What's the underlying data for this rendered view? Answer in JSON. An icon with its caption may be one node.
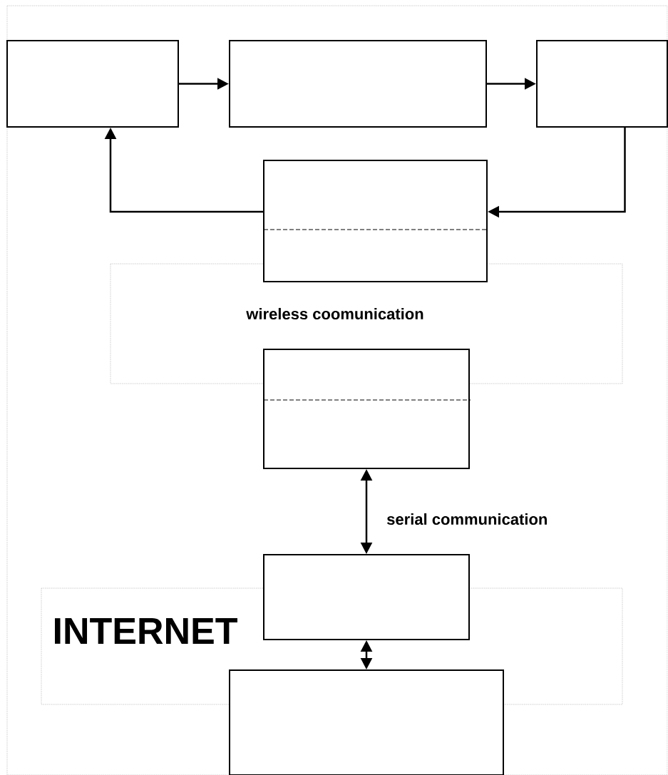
{
  "diagram": {
    "nodes": [
      {
        "text": [],
        "shape": "box"
      },
      {
        "text": [],
        "shape": "box"
      },
      {
        "text": [],
        "shape": "box"
      },
      {
        "text": [],
        "shape": "box"
      },
      {
        "text": [],
        "shape": "box"
      },
      {
        "text": [],
        "shape": "box"
      },
      {
        "text": [],
        "shape": "box"
      }
    ],
    "edges": [
      {
        "from": 0,
        "to": 1,
        "arrow": "to"
      },
      {
        "from": 1,
        "to": 2,
        "arrow": "to"
      },
      {
        "from": 2,
        "to": 3,
        "arrow": "to"
      },
      {
        "from": 3,
        "to": 0,
        "arrow": "to"
      },
      {
        "from": 4,
        "to": 5,
        "arrow": "both",
        "label": "serial communication"
      },
      {
        "from": 5,
        "to": 6,
        "arrow": "both"
      }
    ],
    "labels": [
      "wireless coomunication",
      "INTERNET"
    ]
  }
}
